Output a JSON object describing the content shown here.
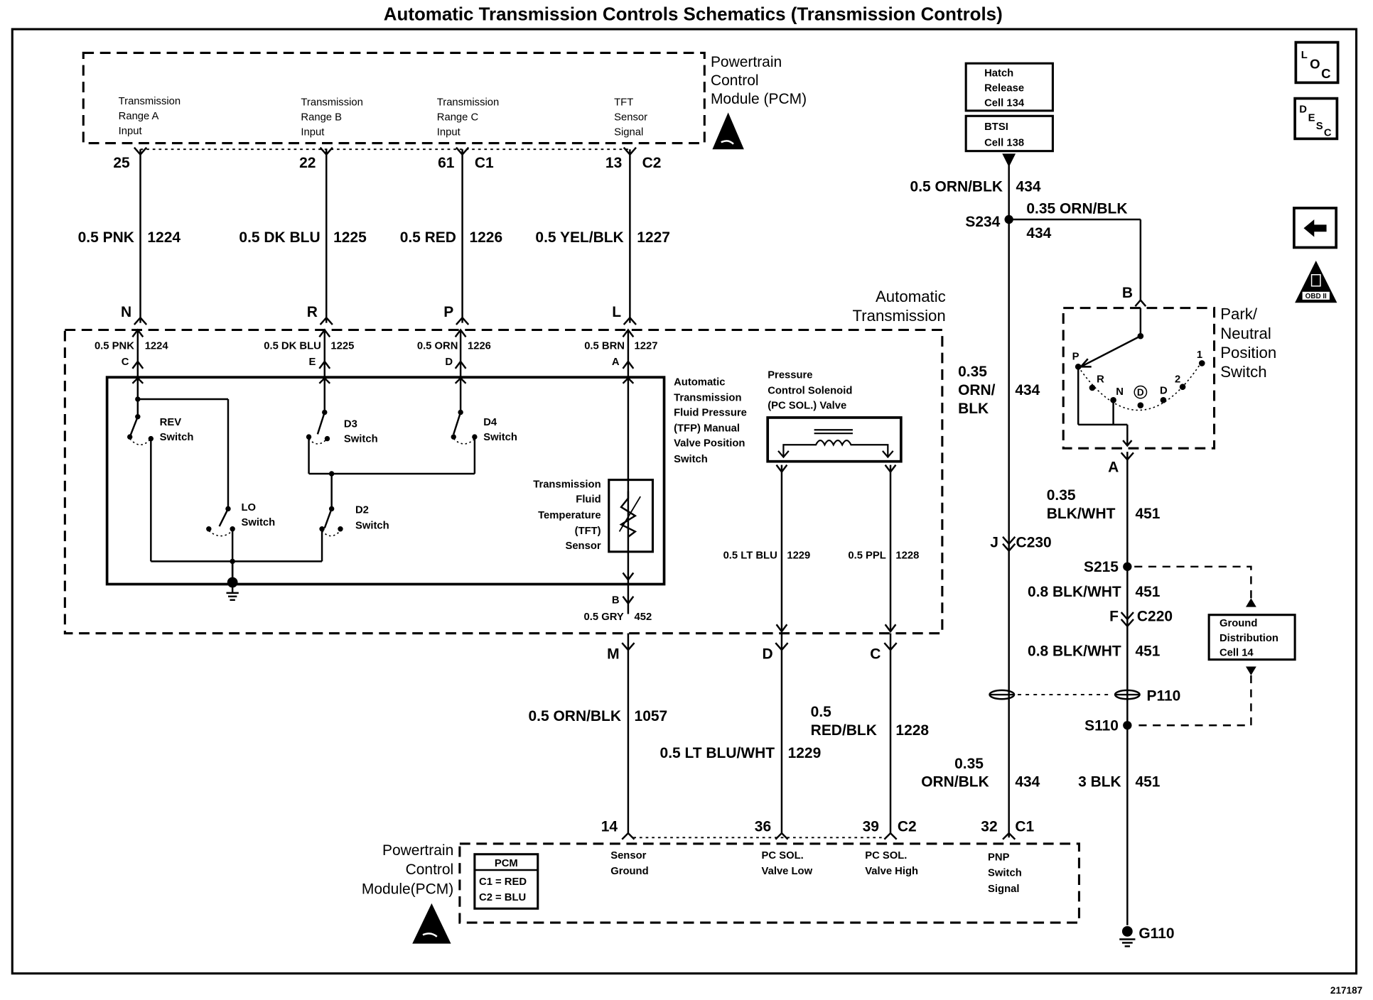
{
  "title": "Automatic Transmission Controls Schematics (Transmission Controls)",
  "figure_number": "217187",
  "nav_icons": [
    {
      "name": "location-icon",
      "letters": [
        "L",
        "O",
        "C"
      ]
    },
    {
      "name": "description-icon",
      "letters": [
        "D",
        "E",
        "S",
        "C"
      ]
    },
    {
      "name": "back-arrow-icon",
      "glyph": "←"
    },
    {
      "name": "obd-ii-icon",
      "label": "OBD II"
    }
  ],
  "pcm_top": {
    "label": [
      "Powertrain",
      "Control",
      "Module (PCM)"
    ],
    "inputs": [
      {
        "lines": [
          "Transmission",
          "Range A",
          "Input"
        ],
        "pin": "25",
        "connector": ""
      },
      {
        "lines": [
          "Transmission",
          "Range B",
          "Input"
        ],
        "pin": "22",
        "connector": ""
      },
      {
        "lines": [
          "Transmission",
          "Range C",
          "Input"
        ],
        "pin": "61",
        "connector": "C1"
      },
      {
        "lines": [
          "TFT",
          "Sensor",
          "Signal"
        ],
        "pin": "13",
        "connector": "C2"
      }
    ]
  },
  "upper_wires": [
    {
      "gauge_color": "0.5 PNK",
      "circuit": "1224",
      "terminal": "N"
    },
    {
      "gauge_color": "0.5 DK BLU",
      "circuit": "1225",
      "terminal": "R"
    },
    {
      "gauge_color": "0.5 RED",
      "circuit": "1226",
      "terminal": "P"
    },
    {
      "gauge_color": "0.5 YEL/BLK",
      "circuit": "1227",
      "terminal": "L"
    }
  ],
  "transmission": {
    "label": [
      "Automatic",
      "Transmission"
    ],
    "inner_wires": [
      {
        "gauge_color": "0.5 PNK",
        "circuit": "1224",
        "pin": "C"
      },
      {
        "gauge_color": "0.5 DK BLU",
        "circuit": "1225",
        "pin": "E"
      },
      {
        "gauge_color": "0.5 ORN",
        "circuit": "1226",
        "pin": "D"
      },
      {
        "gauge_color": "0.5 BRN",
        "circuit": "1227",
        "pin": "A"
      }
    ],
    "tfp_label": [
      "Automatic",
      "Transmission",
      "Fluid Pressure",
      "(TFP) Manual",
      "Valve Position",
      "Switch"
    ],
    "switches": [
      {
        "name": "REV",
        "label": "Switch"
      },
      {
        "name": "D3",
        "label": "Switch"
      },
      {
        "name": "D4",
        "label": "Switch"
      },
      {
        "name": "LO",
        "label": "Switch"
      },
      {
        "name": "D2",
        "label": "Switch"
      }
    ],
    "tft_label": [
      "Transmission",
      "Fluid",
      "Temperature",
      "(TFT)",
      "Sensor"
    ],
    "tft_ground": {
      "pin": "B",
      "gauge_color": "0.5 GRY",
      "circuit": "452"
    },
    "pc_sol_label": [
      "Pressure",
      "Control Solenoid",
      "(PC SOL.) Valve"
    ],
    "pc_sol_wires": [
      {
        "gauge_color": "0.5 LT BLU",
        "circuit": "1229"
      },
      {
        "gauge_color": "0.5 PPL",
        "circuit": "1228"
      }
    ]
  },
  "lower_wires": [
    {
      "terminal": "M",
      "gauge_color": "0.5 ORN/BLK",
      "circuit": "1057",
      "pin": "14",
      "connector": ""
    },
    {
      "terminal": "D",
      "gauge_color": "0.5 LT BLU/WHT",
      "circuit": "1229",
      "pin": "36",
      "connector": ""
    },
    {
      "terminal": "C",
      "gauge_color_lines": [
        "0.5",
        "RED/BLK"
      ],
      "circuit": "1228",
      "pin": "39",
      "connector": "C2"
    }
  ],
  "pcm_bottom": {
    "label": [
      "Powertrain",
      "Control",
      "Module(PCM)"
    ],
    "legend": {
      "header": "PCM",
      "rows": [
        "C1 = RED",
        "C2 = BLU"
      ]
    },
    "outputs": [
      {
        "lines": [
          "Sensor",
          "Ground"
        ]
      },
      {
        "lines": [
          "PC SOL.",
          "Valve Low"
        ]
      },
      {
        "lines": [
          "PC SOL.",
          "Valve High"
        ]
      },
      {
        "lines": [
          "PNP",
          "Switch",
          "Signal"
        ]
      }
    ]
  },
  "right_circuit": {
    "ref_boxes": [
      {
        "lines": [
          "Hatch",
          "Release",
          "Cell 134"
        ]
      },
      {
        "lines": [
          "BTSI",
          "Cell 138"
        ]
      }
    ],
    "wire_434_top": {
      "gauge_color": "0.5 ORN/BLK",
      "circuit": "434"
    },
    "splice_s234": "S234",
    "branch_434": {
      "gauge_color": "0.35 ORN/BLK",
      "circuit": "434"
    },
    "wire_434_mid": {
      "gauge_lines": [
        "0.35",
        "ORN/",
        "BLK"
      ],
      "circuit": "434"
    },
    "c230": {
      "pin": "J",
      "connector": "C230"
    },
    "wire_434_low": {
      "gauge_lines": [
        "0.35",
        "ORN/BLK"
      ],
      "circuit": "434"
    },
    "pcm_pin": {
      "pin": "32",
      "connector": "C1"
    },
    "pnp_switch": {
      "label": [
        "Park/",
        "Neutral",
        "Position",
        "Switch"
      ],
      "terminal_in": "B",
      "terminal_out": "A",
      "positions": [
        "P",
        "R",
        "N",
        "D",
        "D",
        "2",
        "1"
      ]
    },
    "wire_451_a": {
      "gauge_lines": [
        "0.35",
        "BLK/WHT"
      ],
      "circuit": "451"
    },
    "splice_s215": "S215",
    "wire_451_b": {
      "gauge_color": "0.8 BLK/WHT",
      "circuit": "451"
    },
    "c220": {
      "pin": "F",
      "connector": "C220"
    },
    "wire_451_c": {
      "gauge_color": "0.8 BLK/WHT",
      "circuit": "451"
    },
    "pass_through": "P110",
    "splice_s110": "S110",
    "wire_451_d": {
      "gauge_color": "3 BLK",
      "circuit": "451"
    },
    "ground": "G110",
    "ground_ref": {
      "lines": [
        "Ground",
        "Distribution",
        "Cell 14"
      ]
    }
  }
}
